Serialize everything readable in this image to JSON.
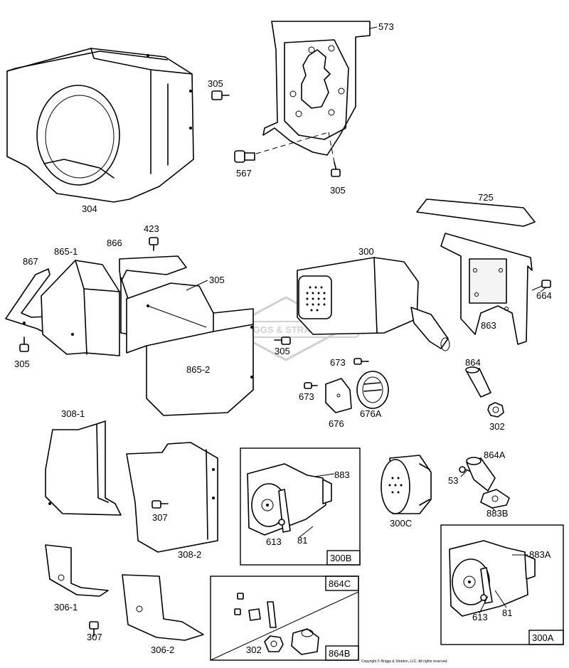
{
  "parts": {
    "p304": "304",
    "p305a": "305",
    "p573": "573",
    "p567": "567",
    "p305b": "305",
    "p725": "725",
    "p423": "423",
    "p866": "866",
    "p865_1": "865-1",
    "p867": "867",
    "p305c": "305",
    "p305d": "305",
    "p305e": "305",
    "p865_2": "865-2",
    "p300": "300",
    "p664": "664",
    "p863": "863",
    "p673a": "673",
    "p673b": "673",
    "p676": "676",
    "p676A": "676A",
    "p864": "864",
    "p302": "302",
    "p308_1": "308-1",
    "p307a": "307",
    "p308_2": "308-2",
    "p883": "883",
    "p613a": "613",
    "p81a": "81",
    "p300C": "300C",
    "p864A": "864A",
    "p53": "53",
    "p883B": "883B",
    "p306_1": "306-1",
    "p307b": "307",
    "p306_2": "306-2",
    "p302b": "302",
    "p883A": "883A",
    "p613b": "613",
    "p81b": "81"
  },
  "kits": {
    "k300B": "300B",
    "k864C": "864C",
    "k864B": "864B",
    "k300A": "300A"
  },
  "watermark": "BRIGGS & STRATTON",
  "copyright": "Copyright © Briggs & Stratton, LLC. All rights reserved."
}
